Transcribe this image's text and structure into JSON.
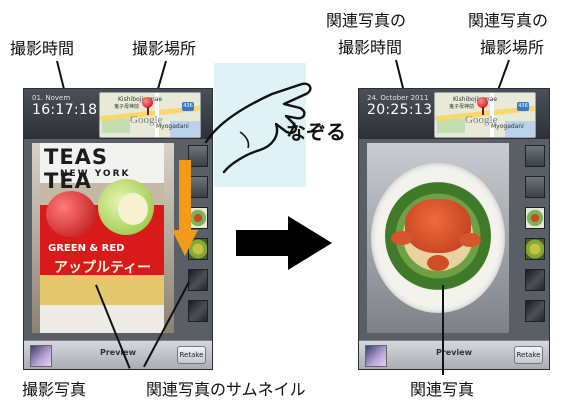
{
  "annotations": {
    "shoot_time": "撮影時間",
    "shoot_place": "撮影場所",
    "related_time_line1": "関連写真の",
    "related_time_line2": "撮影時間",
    "related_place_line1": "関連写真の",
    "related_place_line2": "撮影場所",
    "trace": "なぞる",
    "shot_photo": "撮影写真",
    "related_thumbs": "関連写真のサムネイル",
    "related_photo": "関連写真"
  },
  "left_screen": {
    "date": "01. Novem",
    "time": "16:17:18",
    "map": {
      "line1": "Kishibojimmae",
      "line2": "鬼子母神前",
      "line3": "Myogadani",
      "google": "Google",
      "route": "436"
    },
    "bottom": {
      "preview": "Preview",
      "retake": "Retake"
    },
    "tea": {
      "brand": "TEAS TEA",
      "sub": "NEW YORK",
      "label": "GREEN & RED",
      "jp": "アップルティー"
    }
  },
  "right_screen": {
    "date": "24. October 2011",
    "time": "20:25:13",
    "map": {
      "line1": "Kishibojimmae",
      "line2": "鬼子母神前",
      "line3": "Myogadani",
      "google": "Google",
      "route": "436"
    },
    "bottom": {
      "preview": "Preview",
      "retake": "Retake"
    }
  },
  "colors": {
    "arrow_orange": "#f29a1a",
    "panel_blue": "#dff3f7",
    "dark_arrow": "#000000"
  }
}
